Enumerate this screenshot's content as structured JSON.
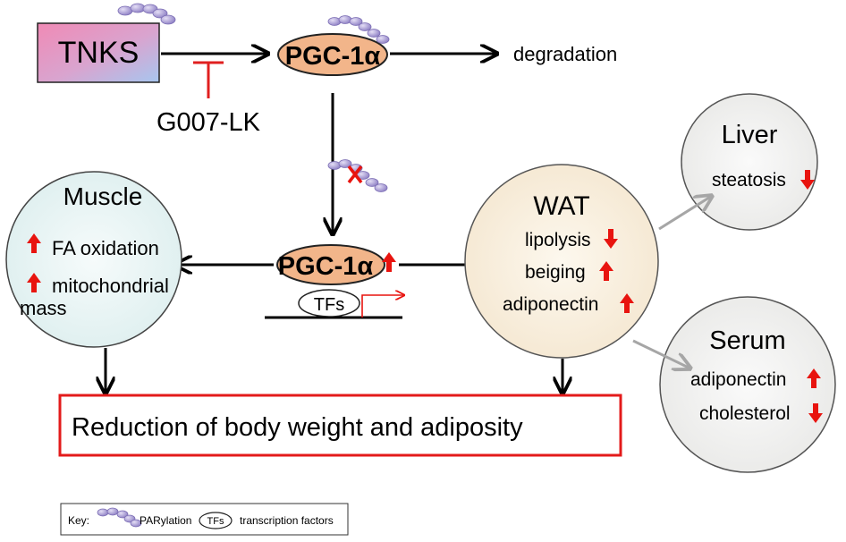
{
  "tnks": {
    "label": "TNKS"
  },
  "pgc_top": {
    "label": "PGC-1α"
  },
  "pgc_mid": {
    "label": "PGC-1α"
  },
  "degradation": "degradation",
  "inhibitor": "G007-LK",
  "muscle": {
    "title": "Muscle",
    "items": [
      "FA oxidation",
      "mitochondrial",
      "mass"
    ]
  },
  "wat": {
    "title": "WAT",
    "items": [
      "lipolysis",
      "beiging",
      "adiponectin"
    ]
  },
  "liver": {
    "title": "Liver",
    "items": [
      "steatosis"
    ]
  },
  "serum": {
    "title": "Serum",
    "items": [
      "adiponectin",
      "cholesterol"
    ]
  },
  "tfs": "TFs",
  "outcome": "Reduction of body weight and adiposity",
  "key": {
    "label": "Key:",
    "parylation": "PARylation",
    "tfs_symbol": "TFs",
    "tfs_meaning": "transcription factors"
  },
  "colors": {
    "up_arrow": "#e8140f",
    "down_arrow": "#e8140f",
    "inhibit": "#e01f1f",
    "outcome_border": "#e31b1b",
    "gray_arrow": "#a6a6a6",
    "pgc_fill": "#f2b58a",
    "tnks_gradient_start": "#e88fb4",
    "tnks_gradient_end": "#a6c6ef",
    "parylation_bead": "#a99bd3"
  }
}
